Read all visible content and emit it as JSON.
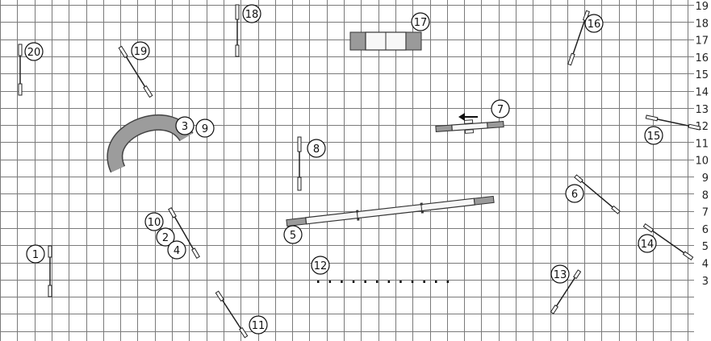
{
  "course": {
    "row_numbers": [
      "19",
      "18",
      "17",
      "16",
      "15",
      "14",
      "13",
      "12",
      "11",
      "10",
      "9",
      "8",
      "7",
      "6",
      "5",
      "4",
      "3"
    ],
    "markers": [
      "1",
      "2",
      "3",
      "4",
      "5",
      "6",
      "7",
      "8",
      "9",
      "10",
      "11",
      "12",
      "13",
      "14",
      "15",
      "16",
      "17",
      "18",
      "19",
      "20"
    ]
  }
}
